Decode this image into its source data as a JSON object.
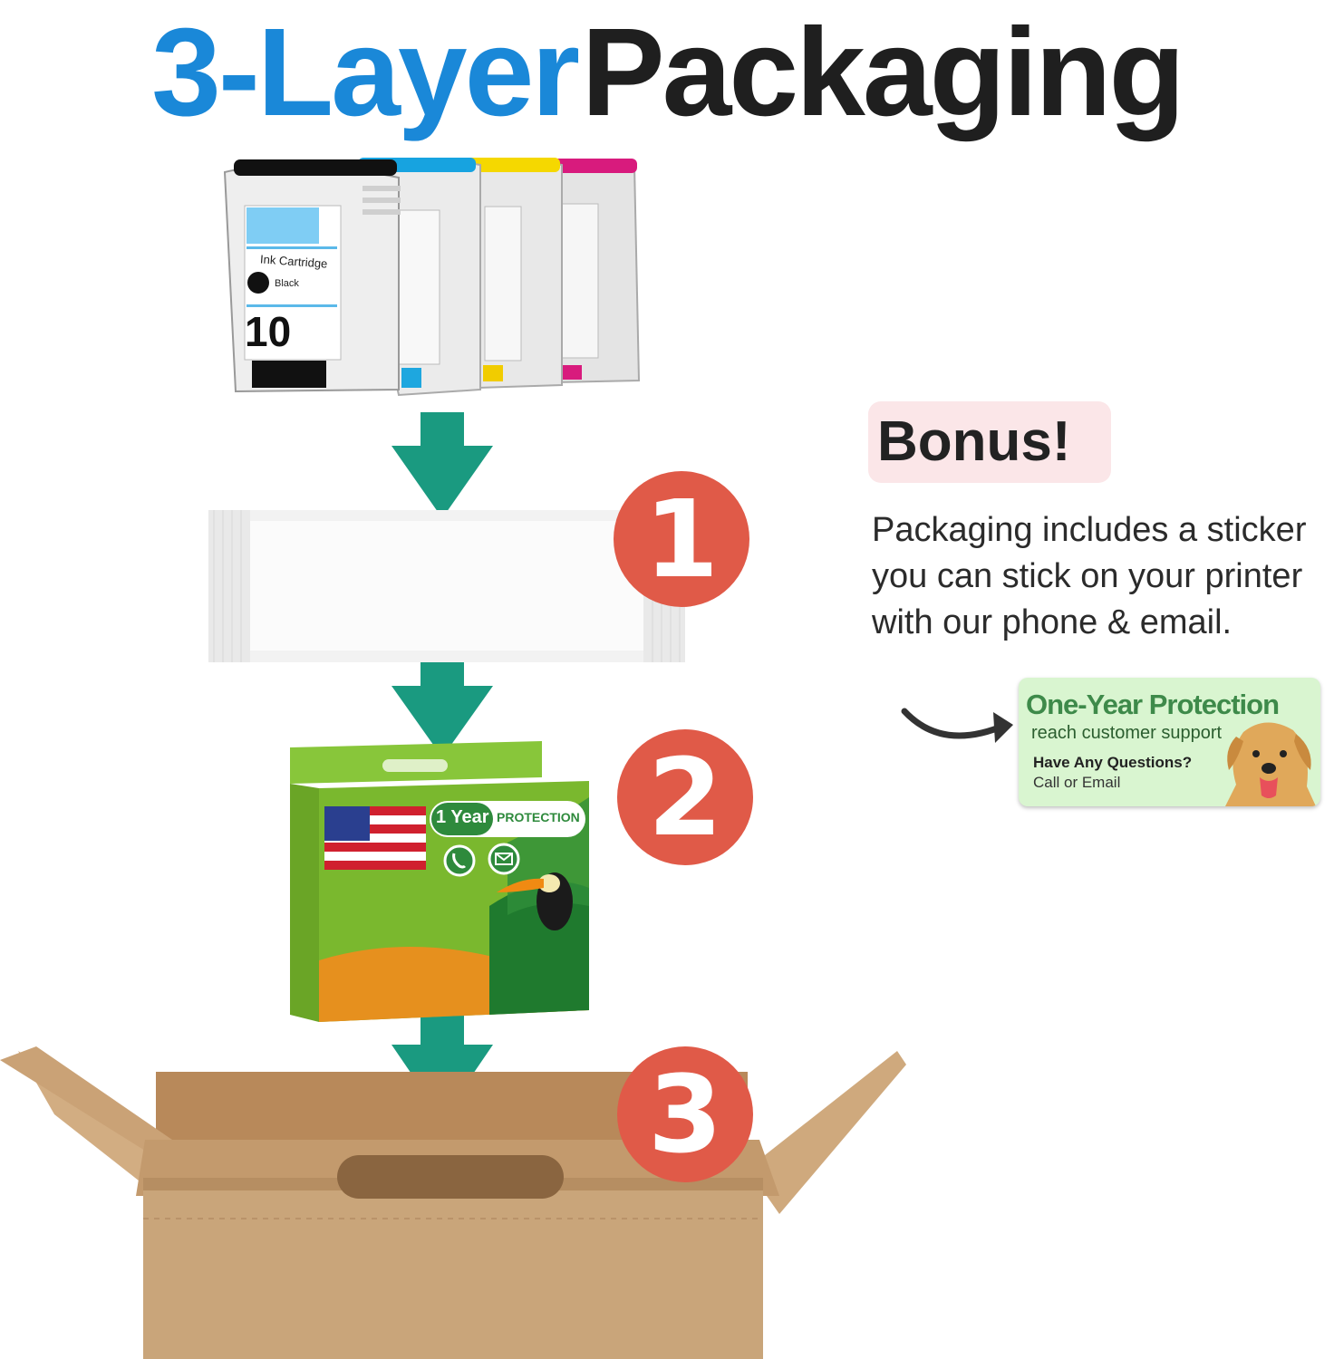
{
  "title": {
    "part1": "3-Layer",
    "part2": "Packaging"
  },
  "cartridge": {
    "label": "Ink Cartridge",
    "color_name": "Black",
    "model": "10"
  },
  "steps": [
    {
      "number": "1"
    },
    {
      "number": "2"
    },
    {
      "number": "3"
    }
  ],
  "box": {
    "badge_bold": "1 Year",
    "badge_text": "PROTECTION"
  },
  "bonus": {
    "label": "Bonus!",
    "text": "Packaging includes a sticker you can stick on your printer with our phone & email."
  },
  "sticker": {
    "title": "One-Year Protection",
    "subtitle": "reach customer support",
    "question": "Have Any Questions?",
    "contact": "Call or Email"
  },
  "colors": {
    "title_blue": "#1a88d8",
    "title_dark": "#1f1f1f",
    "arrow_teal": "#1a9a80",
    "step_red": "#e05a48",
    "bonus_pink": "#fbe6e8",
    "sticker_green": "#d9f5d0",
    "box_green": "#7ab82e",
    "cardboard": "#c9a57a"
  }
}
